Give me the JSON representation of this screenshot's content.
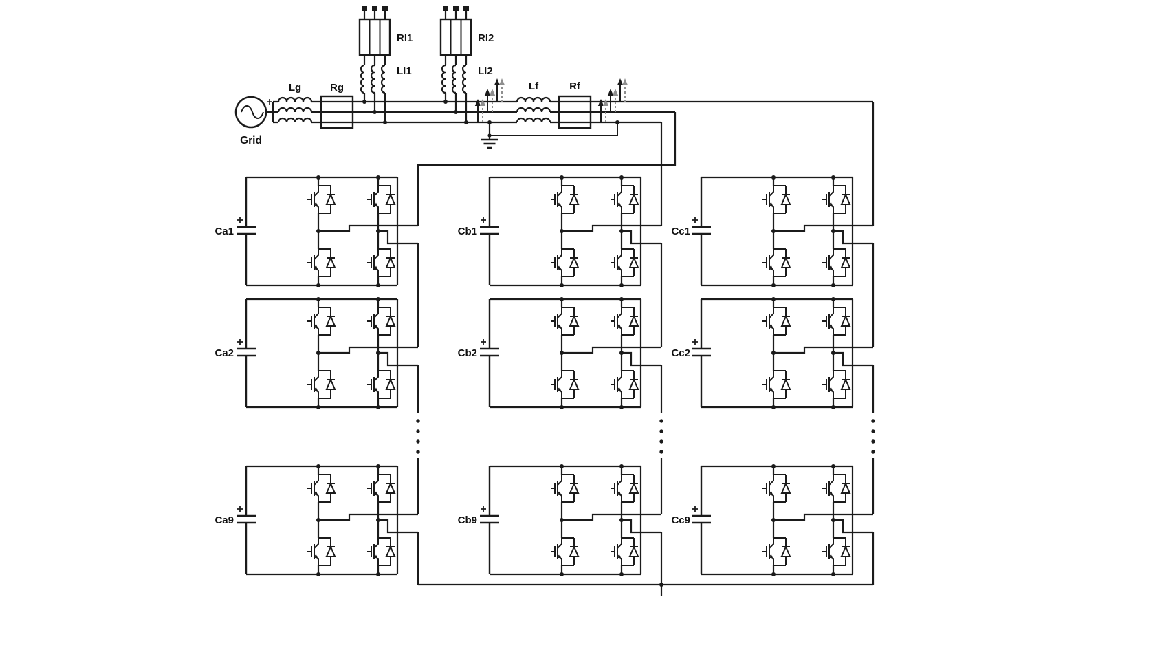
{
  "diagram": {
    "type": "circuit-schematic",
    "description": "Grid-connected cascaded H-bridge multilevel converter with RL load branches and LR filter",
    "colors": {
      "line": "#1b1b1b",
      "dashed": "#8f8f8f",
      "background": "#ffffff"
    },
    "grid": {
      "label": "Grid"
    },
    "top_components": [
      {
        "id": "lg",
        "label": "Lg"
      },
      {
        "id": "rg",
        "label": "Rg"
      },
      {
        "id": "rl1",
        "label": "Rl1"
      },
      {
        "id": "ll1",
        "label": "Ll1"
      },
      {
        "id": "rl2",
        "label": "Rl2"
      },
      {
        "id": "ll2",
        "label": "Ll2"
      },
      {
        "id": "lf",
        "label": "Lf"
      },
      {
        "id": "rf",
        "label": "Rf"
      }
    ],
    "cells": [
      {
        "label": "Ca1"
      },
      {
        "label": "Ca2"
      },
      {
        "label": "Ca9"
      },
      {
        "label": "Cb1"
      },
      {
        "label": "Cb2"
      },
      {
        "label": "Cb9"
      },
      {
        "label": "Cc1"
      },
      {
        "label": "Cc2"
      },
      {
        "label": "Cc9"
      }
    ]
  }
}
